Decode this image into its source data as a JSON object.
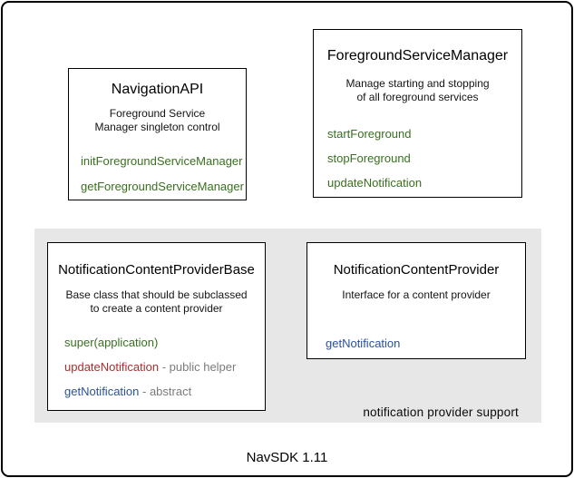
{
  "footer": {
    "label": "NavSDK 1.11"
  },
  "colors": {
    "method_green": "#38701f",
    "method_red": "#a33232",
    "method_blue": "#2a5298",
    "annotation_gray": "#7b7b7b",
    "panel_gray": "#e7e7e7"
  },
  "panel": {
    "caption": "notification provider support"
  },
  "boxes": {
    "navigation_api": {
      "title": "NavigationAPI",
      "description_line1": "Foreground Service",
      "description_line2": "Manager singleton control",
      "methods": [
        {
          "name": "initForegroundServiceManager"
        },
        {
          "name": "getForegroundServiceManager"
        }
      ]
    },
    "foreground_service_manager": {
      "title": "ForegroundServiceManager",
      "description_line1": "Manage starting and stopping",
      "description_line2": "of all foreground services",
      "methods": [
        {
          "name": "startForeground"
        },
        {
          "name": "stopForeground"
        },
        {
          "name": "updateNotification"
        }
      ]
    },
    "notification_content_provider_base": {
      "title": "NotificationContentProviderBase",
      "description_line1": "Base class that should be subclassed",
      "description_line2": "to create a content provider",
      "methods": [
        {
          "name": "super(application)",
          "suffix": ""
        },
        {
          "name": "updateNotification",
          "suffix": " - public helper"
        },
        {
          "name": "getNotification",
          "suffix": " - abstract"
        }
      ]
    },
    "notification_content_provider": {
      "title": "NotificationContentProvider",
      "description_line1": "Interface for a content provider",
      "methods": [
        {
          "name": "getNotification"
        }
      ]
    }
  }
}
